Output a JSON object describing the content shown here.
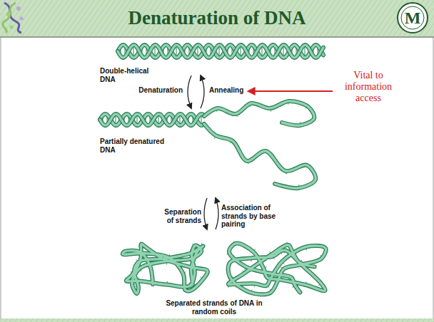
{
  "diagram": {
    "title": "Denaturation of DNA",
    "labels": [
      "M",
      "Double-helical DNA",
      "Denaturation",
      "Annealing",
      "Vital to information access",
      "Partially denatured DNA",
      "Separation of strands",
      "Association of strands by base pairing",
      "Separated strands of DNA in random coils"
    ]
  }
}
